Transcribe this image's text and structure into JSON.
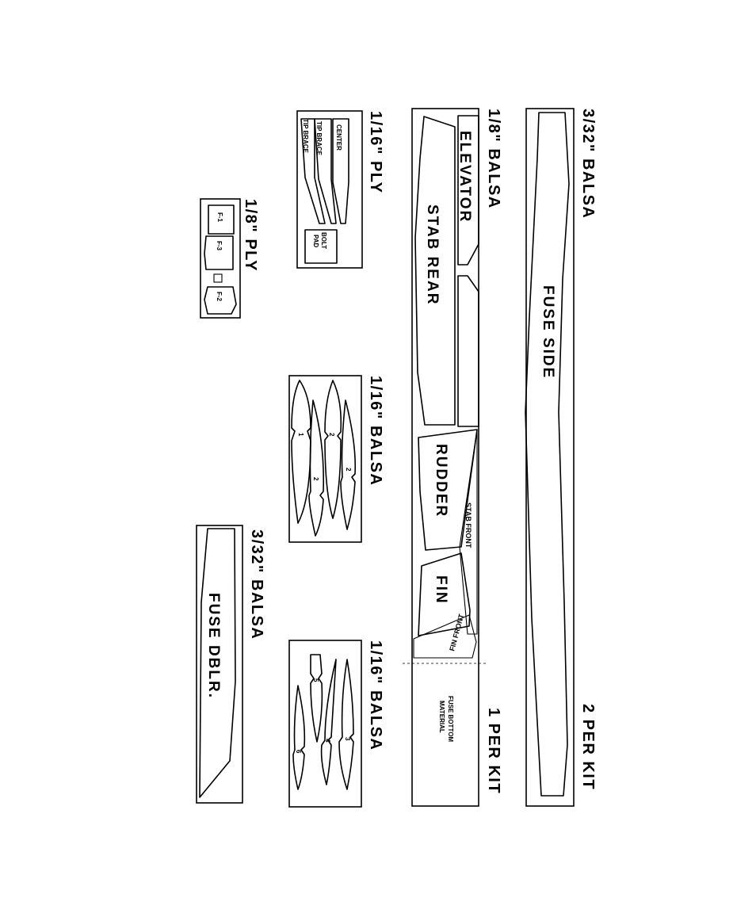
{
  "sheets": {
    "fuse_side": {
      "material": "3/32\" BALSA",
      "quantity": "2 PER KIT",
      "parts": {
        "fuse_side": "FUSE SIDE"
      }
    },
    "tail": {
      "material": "1/8\" BALSA",
      "quantity": "1 PER KIT",
      "parts": {
        "elevator": "ELEVATOR",
        "stab_rear": "STAB REAR",
        "rudder": "RUDDER",
        "stab_front": "STAB FRONT",
        "fin": "FIN",
        "fin_front": "FIN FRONT",
        "fuse_bottom_1": "FUSE BOTTOM",
        "fuse_bottom_2": "MATERIAL"
      }
    },
    "ply_116": {
      "material": "1/16\" PLY",
      "parts": {
        "center": "CENTER",
        "tip_brace_1": "TIP BRACE",
        "tip_brace_2": "TIP BRACE",
        "bolt_pad_1": "BOLT",
        "bolt_pad_2": "PAD"
      }
    },
    "ply_18": {
      "material": "1/8\" PLY",
      "parts": {
        "f1": "F-1",
        "f3": "F-3",
        "f2": "F-2"
      }
    },
    "ribs_a": {
      "material": "1/16\" BALSA",
      "parts": {
        "rib_1": "1",
        "rib_2a": "2",
        "rib_2b": "2",
        "rib_2c": "2"
      }
    },
    "ribs_b": {
      "material": "1/16\" BALSA",
      "parts": {
        "rib_3": "3",
        "rib_4": "4",
        "rib_5": "5",
        "rib_6": "6"
      }
    },
    "fuse_dblr": {
      "material": "3/32\" BALSA",
      "parts": {
        "fuse_dblr": "FUSE DBLR."
      }
    }
  }
}
